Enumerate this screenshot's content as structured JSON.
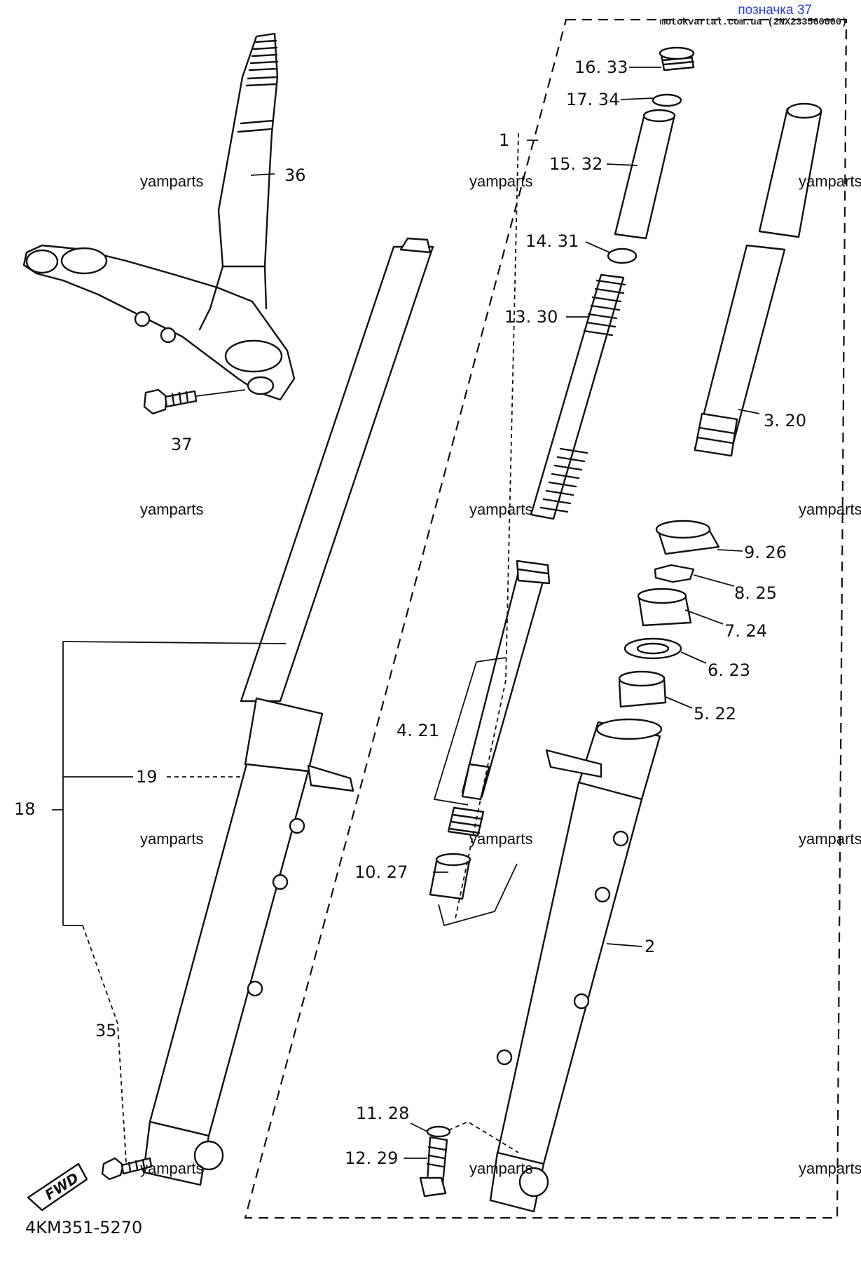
{
  "header": {
    "link_text": "позначка 37",
    "source_text": "motokvartal.com.ua (2NX233560000)"
  },
  "diagram_code": "4KM351-5270",
  "watermark": "yamparts",
  "fwd_badge": "FWD",
  "callouts": [
    {
      "id": "c16",
      "text": "16. 33"
    },
    {
      "id": "c17",
      "text": "17. 34"
    },
    {
      "id": "c1",
      "text": "1"
    },
    {
      "id": "c15",
      "text": "15. 32"
    },
    {
      "id": "c36",
      "text": "36"
    },
    {
      "id": "c14",
      "text": "14. 31"
    },
    {
      "id": "c13",
      "text": "13. 30"
    },
    {
      "id": "c3",
      "text": "3. 20"
    },
    {
      "id": "c37",
      "text": "37"
    },
    {
      "id": "c9",
      "text": "9. 26"
    },
    {
      "id": "c8",
      "text": "8. 25"
    },
    {
      "id": "c7",
      "text": "7. 24"
    },
    {
      "id": "c6",
      "text": "6. 23"
    },
    {
      "id": "c5",
      "text": "5. 22"
    },
    {
      "id": "c4",
      "text": "4. 21"
    },
    {
      "id": "c19",
      "text": "19"
    },
    {
      "id": "c18",
      "text": "18"
    },
    {
      "id": "c10",
      "text": "10. 27"
    },
    {
      "id": "c2",
      "text": "2"
    },
    {
      "id": "c35",
      "text": "35"
    },
    {
      "id": "c11",
      "text": "11. 28"
    },
    {
      "id": "c12",
      "text": "12. 29"
    }
  ]
}
